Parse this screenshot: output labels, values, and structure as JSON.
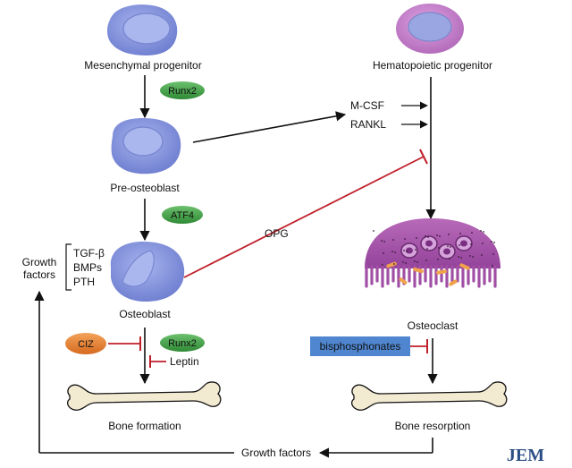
{
  "cells": {
    "mesenchymal": "Mesenchymal progenitor",
    "hematopoietic": "Hematopoietic progenitor",
    "pre_osteoblast": "Pre-osteoblast",
    "osteoblast": "Osteoblast",
    "osteoclast": "Osteoclast"
  },
  "factors": {
    "runx2_top": "Runx2",
    "atf4": "ATF4",
    "runx2_bottom": "Runx2",
    "ciz": "CIZ",
    "leptin": "Leptin",
    "mcsf": "M-CSF",
    "rankl": "RANKL",
    "opg": "OPG",
    "bisphosphonates": "bisphosphonates"
  },
  "growth_factors": {
    "label_line1": "Growth",
    "label_line2": "factors",
    "items": [
      "TGF-β",
      "BMPs",
      "PTH"
    ],
    "bottom_label": "Growth factors"
  },
  "outcomes": {
    "bone_formation": "Bone formation",
    "bone_resorption": "Bone resorption"
  },
  "journal": "JEM",
  "colors": {
    "cell_body": "#7f8fd8",
    "cell_nucleus": "#a7b2ea",
    "hema_body": "#c07ac7",
    "hema_nucleus": "#9aa6e2",
    "osteoclast": "#a14fa5",
    "green_pill": "#3b9a3f",
    "orange_pill": "#e07b2a",
    "blue_box": "#4f86cf",
    "inhibit": "#c01f2a",
    "bone": "#f3ead2"
  }
}
